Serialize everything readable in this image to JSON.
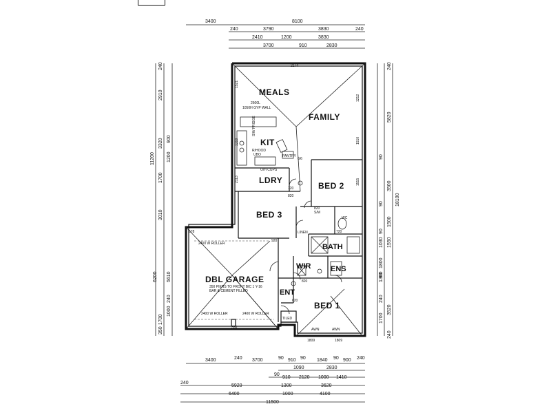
{
  "rooms": {
    "meals": "MEALS",
    "family": "FAMILY",
    "kit": "KIT",
    "ldry": "LDRY",
    "bed2": "BED 2",
    "bed3": "BED 3",
    "bed1": "BED 1",
    "bath": "BATH",
    "wir": "WIR",
    "ens": "ENS",
    "ent": "ENT",
    "garage": "DBL GARAGE",
    "wc": "WC",
    "linen": "LINEN",
    "tiled": "TILED",
    "pantry": "PANTRY"
  },
  "notes": {
    "wall_height": "2600L",
    "wall_type": "1050H GYP WALL",
    "garage_note_1": "350 PIERS TO FRONT BIC 1 Y-16",
    "garage_note_2": "BAR & CEMENT FILLED",
    "roller_top": "2400 W ROLLER",
    "roller_bl": "2400 W ROLLER",
    "roller_br": "2400 W ROLLER",
    "rhood": "R/HOOD",
    "uwo": "UBO",
    "opcups": "O/H CUPS",
    "sm": "S/M",
    "dw_fridge": "S/W FRIDGE",
    "awn_1": "AWN",
    "awn_2": "AWN"
  },
  "dims_top": {
    "r1": [
      "3400",
      "8100"
    ],
    "r2": [
      "240",
      "3790",
      "3830",
      "240"
    ],
    "r3": [
      "2410",
      "1200",
      "3830"
    ],
    "r4": [
      "3700",
      "910",
      "2830"
    ]
  },
  "dims_bottom": {
    "r1": [
      "3400",
      "240",
      "3700",
      "90",
      "910",
      "90",
      "1840",
      "90",
      "900",
      "240"
    ],
    "r2": [
      "1090",
      "2830"
    ],
    "r3": [
      "90",
      "910",
      "2120",
      "1000",
      "1410"
    ],
    "r4": [
      "240",
      "5920",
      "1300",
      "3620"
    ],
    "r5": [
      "6400",
      "1000",
      "4100"
    ],
    "r6": [
      "11500"
    ]
  },
  "dims_left": {
    "overall": "11200",
    "r1": [
      "240",
      "2910",
      "3320",
      "1700",
      "3010",
      "6200",
      "1700",
      "350"
    ],
    "r2": [
      "900",
      "1200",
      "5610",
      "240",
      "1000"
    ]
  },
  "dims_right": {
    "overall": "18100",
    "r1": [
      "240",
      "5820",
      "3500",
      "1500",
      "1030",
      "1800",
      "1300",
      "240",
      "1700",
      "3520",
      "240"
    ],
    "r2": [
      "90",
      "90",
      "90",
      "1550",
      "90"
    ]
  },
  "labels_inner": {
    "w720a": "720",
    "w820a": "820",
    "w820b": "820",
    "w920": "920",
    "w720b": "720",
    "w820c": "820",
    "w620": "620",
    "w350": "350",
    "w1809a": "1809",
    "w1809b": "1809",
    "w2174": "2174",
    "w1521": "1521",
    "w1510": "1510",
    "w1515": "1515",
    "w1212": "1212",
    "w1218": "1218",
    "w2113": "2113",
    "w6": "6/6",
    "w578": "578"
  }
}
